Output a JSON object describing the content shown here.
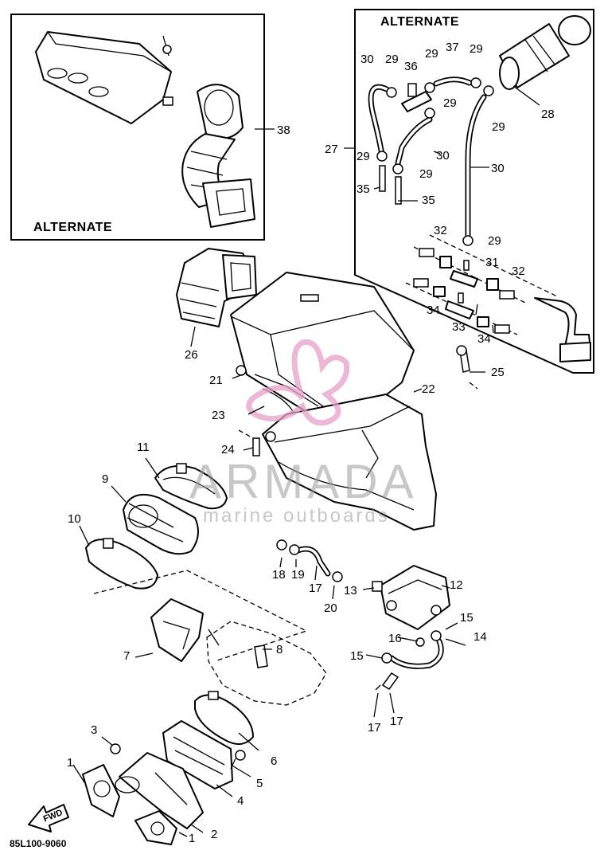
{
  "boxes": {
    "top_left": {
      "title": "ALTERNATE"
    },
    "top_right": {
      "title": "ALTERNATE"
    }
  },
  "watermark": {
    "brand": "ARMADA",
    "tagline": "marine outboards",
    "logo_color": "#e6a0c8"
  },
  "direction_arrow": {
    "label": "FWD"
  },
  "diagram_code": "85L100-9060",
  "callouts": [
    "1",
    "1",
    "2",
    "3",
    "4",
    "5",
    "6",
    "7",
    "8",
    "9",
    "10",
    "11",
    "12",
    "13",
    "14",
    "15",
    "15",
    "16",
    "17",
    "17",
    "18",
    "19",
    "20",
    "20",
    "21",
    "22",
    "23",
    "24",
    "25",
    "26",
    "27",
    "28",
    "29",
    "29",
    "29",
    "29",
    "29",
    "29",
    "29",
    "30",
    "30",
    "30",
    "31",
    "32",
    "32",
    "33",
    "34",
    "34",
    "35",
    "35",
    "36",
    "37",
    "38"
  ]
}
